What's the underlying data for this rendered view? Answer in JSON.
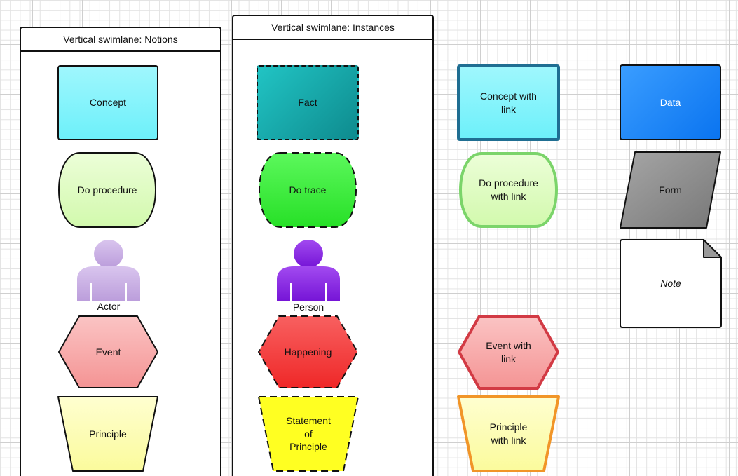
{
  "lanes": {
    "notions": {
      "title": "Vertical swimlane: Notions"
    },
    "instances": {
      "title": "Vertical swimlane: Instances"
    }
  },
  "shapes": {
    "concept": "Concept",
    "do_procedure": "Do procedure",
    "actor": "Actor",
    "event": "Event",
    "principle": "Principle",
    "fact": "Fact",
    "do_trace": "Do trace",
    "person": "Person",
    "happening": "Happening",
    "statement_of_principle": "Statement\nof\nPrinciple",
    "concept_with_link": "Concept with\nlink",
    "do_procedure_with_link": "Do procedure\nwith link",
    "event_with_link": "Event with\nlink",
    "principle_with_link": "Principle\nwith link",
    "data": "Data",
    "form": "Form",
    "note": "Note"
  },
  "colors": {
    "concept_fill": "#7ff3fb",
    "procedure_fill": "#dffcc0",
    "actor_fill": "#c9b0e2",
    "event_fill": "#f7a3a3",
    "principle_fill": "#fdfdb0",
    "fact_fill": "#17aeb0",
    "trace_fill": "#3ef03e",
    "person_fill": "#8a1fe0",
    "happening_fill": "#f53a3a",
    "statement_fill": "#ffff22",
    "link_concept_border": "#1f6e92",
    "link_procedure_border": "#7bd46a",
    "link_event_border": "#d23a44",
    "link_principle_border": "#f19528",
    "data_fill": "#1a8bff",
    "form_fill": "#8e8e8e",
    "note_fill": "#ffffff"
  }
}
